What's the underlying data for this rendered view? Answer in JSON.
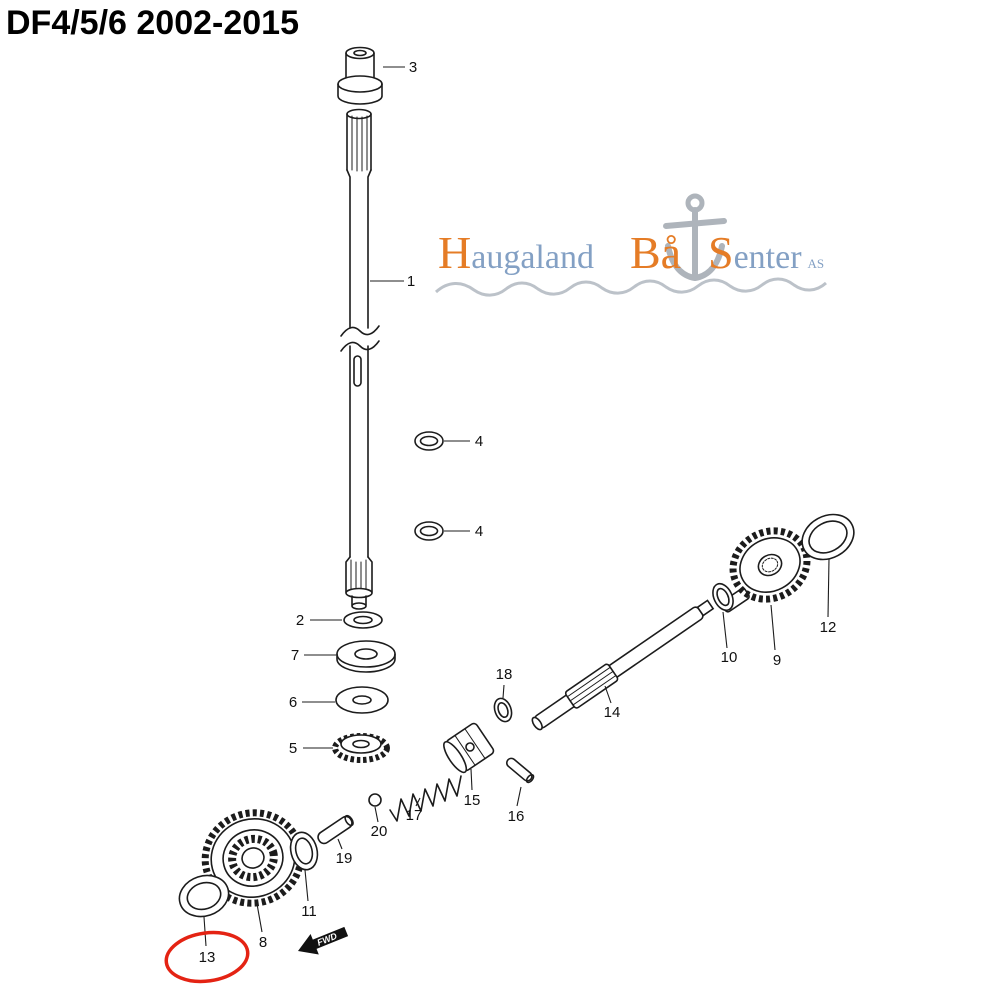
{
  "title": "DF4/5/6 2002-2015",
  "watermark": {
    "word1_initial": "H",
    "word1_rest": "augaland",
    "word2": "Bå",
    "word3_initial": "S",
    "word3_rest": "enter",
    "suffix": "AS",
    "orange": "#e4761b",
    "blue": "#7d9bc1",
    "gray": "#aab0b8"
  },
  "diagram": {
    "labels": [
      "1",
      "2",
      "3",
      "4",
      "4",
      "5",
      "6",
      "7",
      "8",
      "9",
      "10",
      "11",
      "12",
      "13",
      "14",
      "15",
      "16",
      "17",
      "18",
      "19",
      "20"
    ],
    "fwd_label": "FWD",
    "highlight_color": "#e42313",
    "line_color": "#1c1c1c"
  }
}
